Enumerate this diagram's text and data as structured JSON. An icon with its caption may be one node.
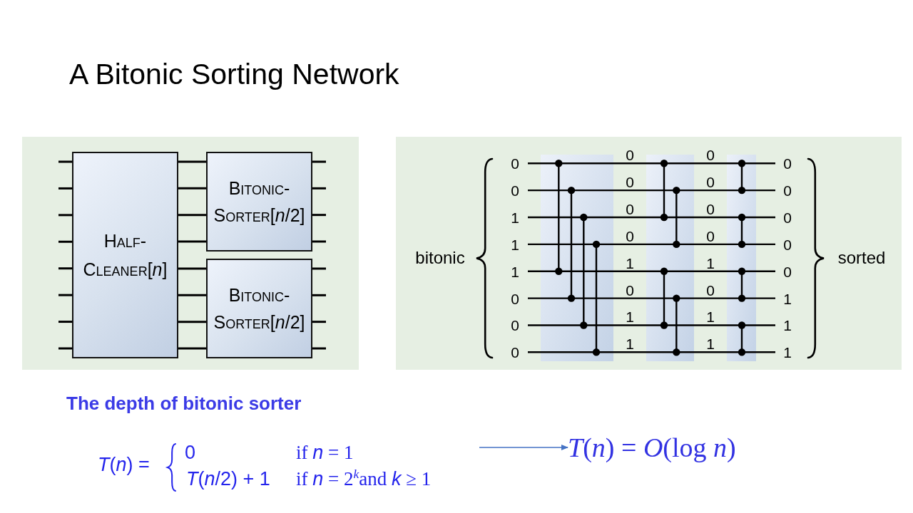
{
  "diagram": {
    "title": "A Bitonic Sorting Network",
    "nodes": [
      {
        "text": [
          "Half-Cleaner[*n*]"
        ]
      },
      {
        "text": [
          "Bitonic-Sorter[*n*/2]"
        ]
      },
      {
        "text": [
          "Bitonic-Sorter[*n*/2]"
        ]
      },
      {
        "text": [
          "*T*(*n*) =",
          "0",
          "if *n* = 1",
          "*T*(*n*/2) + 1",
          "if *n* = 2$^{k}$and *k* ≥ 1"
        ]
      },
      {
        "text": [
          "*T*(*n*) = *O*(log *n*)"
        ]
      }
    ],
    "edges": [
      {
        "from": null,
        "to": 0,
        "arrow": "none"
      },
      {
        "from": null,
        "to": 0,
        "arrow": "none"
      },
      {
        "from": null,
        "to": 0,
        "arrow": "none"
      },
      {
        "from": null,
        "to": 0,
        "arrow": "none"
      },
      {
        "from": null,
        "to": 0,
        "arrow": "none"
      },
      {
        "from": null,
        "to": 0,
        "arrow": "none"
      },
      {
        "from": null,
        "to": 0,
        "arrow": "none"
      },
      {
        "from": null,
        "to": 0,
        "arrow": "none"
      },
      {
        "from": 0,
        "to": 1,
        "arrow": "none"
      },
      {
        "from": 0,
        "to": 1,
        "arrow": "none"
      },
      {
        "from": 0,
        "to": 1,
        "arrow": "none"
      },
      {
        "from": 0,
        "to": 1,
        "arrow": "none"
      },
      {
        "from": 0,
        "to": 2,
        "arrow": "none"
      },
      {
        "from": 0,
        "to": 2,
        "arrow": "none"
      },
      {
        "from": 0,
        "to": 2,
        "arrow": "none"
      },
      {
        "from": 0,
        "to": 2,
        "arrow": "none"
      },
      {
        "from": 1,
        "to": null,
        "arrow": "none"
      },
      {
        "from": 1,
        "to": null,
        "arrow": "none"
      },
      {
        "from": 1,
        "to": null,
        "arrow": "none"
      },
      {
        "from": 1,
        "to": null,
        "arrow": "none"
      },
      {
        "from": 2,
        "to": null,
        "arrow": "none"
      },
      {
        "from": 2,
        "to": null,
        "arrow": "none"
      },
      {
        "from": 2,
        "to": null,
        "arrow": "none"
      },
      {
        "from": 2,
        "to": null,
        "arrow": "none"
      },
      {
        "from": 3,
        "to": 4,
        "arrow": "to",
        "color": "#4472c4"
      }
    ],
    "labels": [
      "bitonic",
      "0",
      "0",
      "1",
      "1",
      "1",
      "0",
      "0",
      "0",
      "0",
      "0",
      "0",
      "0",
      "1",
      "0",
      "1",
      "1",
      "0",
      "0",
      "0",
      "0",
      "1",
      "0",
      "1",
      "1",
      "0",
      "0",
      "0",
      "0",
      "0",
      "1",
      "1",
      "1",
      "sorted",
      "The depth of bitonic sorter"
    ]
  }
}
